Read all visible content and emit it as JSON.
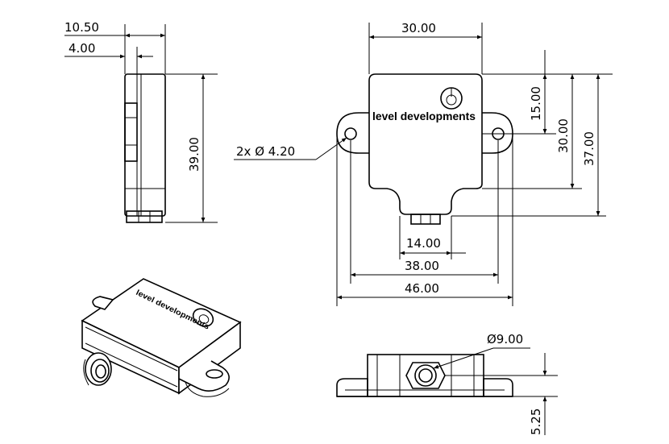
{
  "dimensions": {
    "side_width_total": "10.50",
    "side_width_inner": "4.00",
    "side_height": "39.00",
    "top_width": "30.00",
    "height_15": "15.00",
    "height_30": "30.00",
    "height_37": "37.00",
    "hole_callout": "2x Ø 4.20",
    "connector_width": "14.00",
    "hole_spacing": "38.00",
    "overall_width": "46.00",
    "connector_diameter": "Ø9.00",
    "connector_height": "5.25"
  },
  "brand": {
    "name": "level developments",
    "logo_icon": "level-bubble-logo-icon"
  },
  "colors": {
    "line": "#000000",
    "background": "#ffffff"
  }
}
